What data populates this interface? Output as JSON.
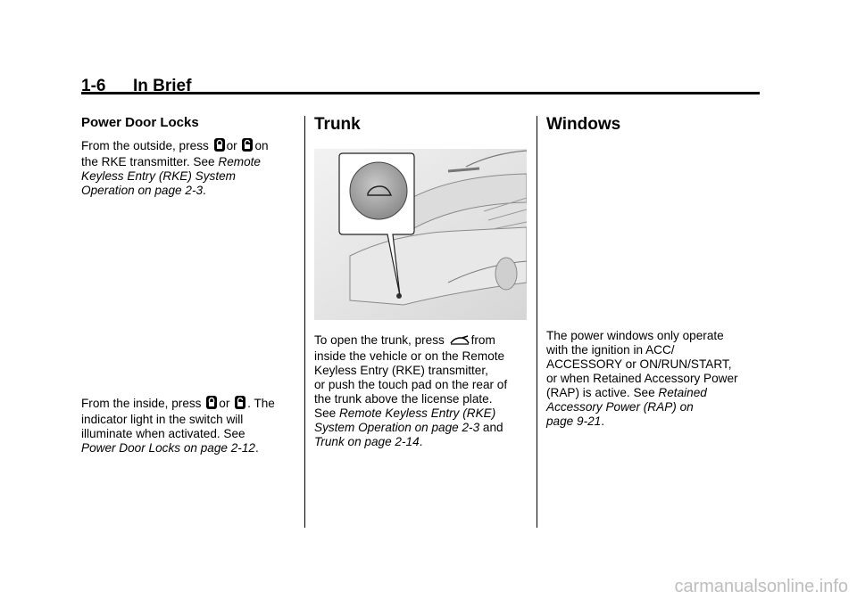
{
  "header": {
    "page_number": "1-6",
    "section_title": "In Brief"
  },
  "col1": {
    "heading": "Power Door Locks",
    "p1_pre": "From the outside, press",
    "p1_or": "or",
    "p1_post": "on",
    "p1_line2_pre": "the RKE transmitter. See",
    "p1_link_1": "Remote",
    "p1_link_2": "Keyless Entry (RKE) System",
    "p1_link_3": "Operation on page 2-3",
    "p1_end": ".",
    "p2_pre": "From the inside, press",
    "p2_or": "or",
    "p2_post": ". The",
    "p2_line2": "indicator light in the switch will",
    "p2_line3": "illuminate when activated. See",
    "p2_link": "Power Door Locks on page 2-12",
    "p2_end": "."
  },
  "col2": {
    "heading": "Trunk",
    "p_pre": "To open the trunk, press",
    "p_post": "from",
    "p_line2": "inside the vehicle or on the Remote",
    "p_line3": "Keyless Entry (RKE) transmitter,",
    "p_line4": "or push the touch pad on the rear of",
    "p_line5": "the trunk above the license plate.",
    "p_see": "See",
    "p_link1a": "Remote Keyless Entry (RKE)",
    "p_link1b": "System Operation on page 2-3",
    "p_and": "and",
    "p_link2": "Trunk on page 2-14",
    "p_end": "."
  },
  "col3": {
    "heading": "Windows",
    "p_line1": "The power windows only operate",
    "p_line2": "with the ignition in ACC/",
    "p_line3": "ACCESSORY or ON/RUN/START,",
    "p_line4": "or when Retained Accessory Power",
    "p_line5_pre": "(RAP) is active. See",
    "p_link1": "Retained",
    "p_link2": "Accessory Power (RAP) on",
    "p_link3": "page 9-21",
    "p_end": "."
  },
  "watermark": "carmanualsonline.info",
  "icons": [
    "lock-icon",
    "unlock-icon",
    "trunk-release-icon"
  ]
}
